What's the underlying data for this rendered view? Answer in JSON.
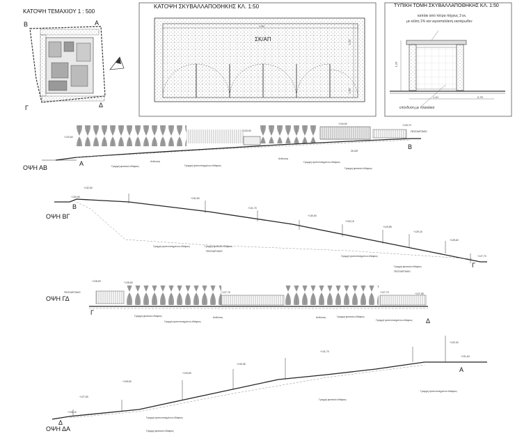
{
  "plot_plan": {
    "title": "ΚΑΤΟΨΗ ΤΕΜΑΧΙΟΥ 1 : 500",
    "corners": [
      "Β",
      "Α",
      "Γ",
      "Δ"
    ]
  },
  "shed_plan": {
    "title": "ΚΑΤΟΨΗ ΣΚΥΒΑΛΛΑΠΟΘΗΚΗΣ ΚΛ. 1:50",
    "room_label": "ΣΚ/ΑΠ",
    "dim_width": "1,50",
    "dim_height": "1,20",
    "dim_door": "1,00"
  },
  "shed_section": {
    "title": "ΤΥΠΙΚΗ ΤΟΜΗ ΣΚΥΒΑΛΛΑΠΟΘΗΚΗΣ ΚΛ. 1:50",
    "note_line1": "καπάκι από πέτρα πάχους 3 εκ.",
    "note_line2": "με κλίση 1% και νεροσταλάκτη εκατέρωθεν",
    "finish_note": "επένδυση με πλακάκια",
    "dim_height": "1,20",
    "dim_width": "1,10",
    "dim_extra": "0,75"
  },
  "elev_ab": {
    "title": "ΟΨΗ ΑΒ",
    "start": "Α",
    "end": "Β",
    "levels": [
      "+120,60",
      "+133,90",
      "+134,50",
      "+133,70"
    ],
    "ann_pezodromio": "ΠΕΖΟΔΡΟΜΙΟ",
    "ann_skap": "ΣΚ/ΑΠ",
    "ann_anthones_1": "Ανθώνας",
    "ann_anthones_2": "Ανθώνας",
    "ann_natural_1": "Γραμμή φυσικού εδάφους",
    "ann_modified_1": "Γραμμή τροποποιημένου εδάφους",
    "ann_modified_2": "Γραμμή τροποποιημένου εδάφους",
    "ann_natural_2": "Γραμμή φυσικού εδάφους"
  },
  "elev_bg": {
    "title": "ΟΨΗ ΒΓ",
    "start": "Β",
    "end": "Γ",
    "levels": [
      "+132,50",
      "+132,60",
      "+132,60",
      "+131,70",
      "+130,60",
      "+130,15",
      "+129,85",
      "+129,15",
      "+128,60",
      "+127,70"
    ],
    "ann_modified": "Γραμμή τροποποιημένου εδάφους",
    "ann_natural": "Γραμμή φυσικού εδάφους",
    "ann_pezodromio": "ΠΕΖΟΔΡΟΜΙΟ",
    "ann_modified_2": "Γραμμή τροποποιημένου εδάφους",
    "ann_natural_2": "Γραμμή φυσικού εδάφους",
    "ann_pezodromio_2": "ΠΕΖΟΔΡΟΜΙΟ"
  },
  "elev_gd": {
    "title": "ΟΨΗ ΓΔ",
    "start": "Γ",
    "end": "Δ",
    "levels": [
      "+128,60",
      "+128,60",
      "+127,75",
      "+127,70",
      "+127,65"
    ],
    "ann_pezodromio": "ΠΕΖΟΔΡΟΜΙΟ",
    "ann_natural_1": "Γραμμή φυσικού εδάφους",
    "ann_modified_1": "Γραμμή τροποποιημένου εδάφους",
    "ann_anthones_1": "Ανθώνας",
    "ann_anthones_2": "Ανθώνας",
    "ann_natural_2": "Γραμμή φυσικού εδάφους",
    "ann_modified_2": "Γραμμή τροποποιημένου εδάφους"
  },
  "elev_da": {
    "title": "ΟΨΗ ΔΑ",
    "start": "Δ",
    "end": "Α",
    "levels": [
      "+126,15",
      "+127,60",
      "+128,60",
      "+129,80",
      "+130,55",
      "+131,70",
      "+132,00",
      "+131,60"
    ],
    "ann_natural_1": "Γραμμή φυσικού εδάφους",
    "ann_modified_1": "Γραμμή τροποποιημένου εδάφους",
    "ann_natural_2": "Γραμμή φυσικού εδάφους",
    "ann_modified_2": "Γραμμή τροποποιημένου εδάφους"
  }
}
